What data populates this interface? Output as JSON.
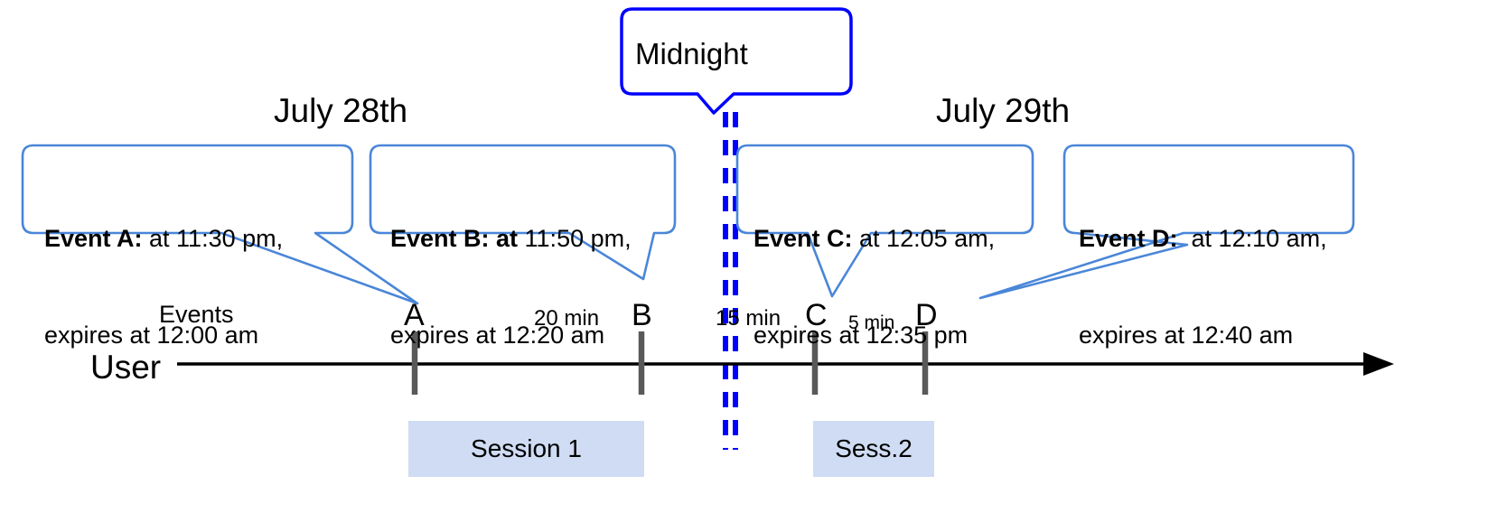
{
  "diagram": {
    "title_midnight": "Midnight",
    "dates": [
      {
        "label": "July 28th"
      },
      {
        "label": "July 29th"
      }
    ],
    "axis": {
      "row_label_events": "Events",
      "row_label_user": "User"
    },
    "callouts": [
      {
        "id": "event-a",
        "bold": "Event A:",
        "line1_rest": " at 11:30 pm,",
        "line2": "expires at 12:00 am"
      },
      {
        "id": "event-b",
        "bold": "Event B: at",
        "line1_rest": " 11:50 pm,",
        "line2": "expires at 12:20 am"
      },
      {
        "id": "event-c",
        "bold": "Event C:",
        "line1_rest": " at 12:05 am,",
        "line2": "expires at 12:35 pm"
      },
      {
        "id": "event-d",
        "bold": "Event D:",
        "line1_rest": "  at 12:10 am,",
        "line2": "expires at 12:40 am"
      }
    ],
    "event_markers": [
      {
        "letter": "A"
      },
      {
        "letter": "B"
      },
      {
        "letter": "C"
      },
      {
        "letter": "D"
      }
    ],
    "gaps": [
      {
        "label": "20 min"
      },
      {
        "label": "15 min"
      },
      {
        "label": "5 min"
      }
    ],
    "sessions": [
      {
        "label": "Session 1"
      },
      {
        "label": "Sess.2"
      }
    ],
    "colors": {
      "callout_border": "#4a86d8",
      "midnight_blue": "#0000ff",
      "session_fill": "#cfdcf3",
      "tick_gray": "#595959",
      "axis_black": "#000000"
    }
  }
}
